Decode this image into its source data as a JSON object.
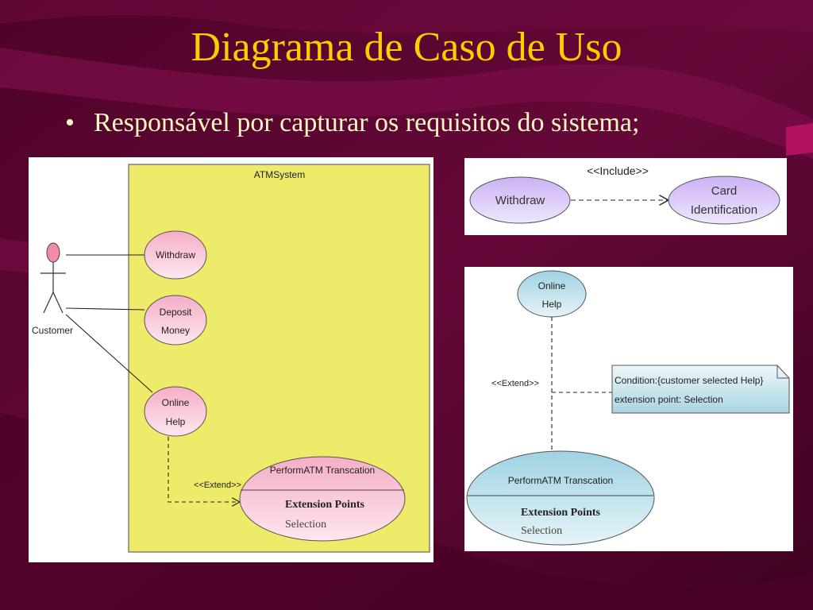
{
  "slide": {
    "title": "Diagrama de Caso de Uso",
    "bullet": "Responsável por capturar os requisitos do sistema;"
  },
  "left_diagram": {
    "system_name": "ATMSystem",
    "actor": "Customer",
    "withdraw": "Withdraw",
    "deposit_line1": "Deposit",
    "deposit_line2": "Money",
    "help_line1": "Online",
    "help_line2": "Help",
    "extend_label": "<<Extend>>",
    "perform_title": "PerformATM Transcation",
    "extension_points": "Extension Points",
    "selection": "Selection"
  },
  "top_right_diagram": {
    "include_label": "<<Include>>",
    "withdraw": "Withdraw",
    "card_line1": "Card",
    "card_line2": "Identification"
  },
  "bottom_right_diagram": {
    "help_line1": "Online",
    "help_line2": "Help",
    "extend_label": "<<Extend>>",
    "note_line1": "Condition:{customer selected Help}",
    "note_line2": "extension point: Selection",
    "perform_title": "PerformATM Transcation",
    "extension_points": "Extension Points",
    "selection": "Selection"
  },
  "colors": {
    "background": "#5a0530",
    "title": "#ffcc00",
    "bullet_text": "#fff7c0",
    "system_box": "#eeea6a",
    "pink_usecase": "#f7c3d3",
    "purple_usecase": "#d9c4f7",
    "teal_usecase": "#b6dde8"
  }
}
